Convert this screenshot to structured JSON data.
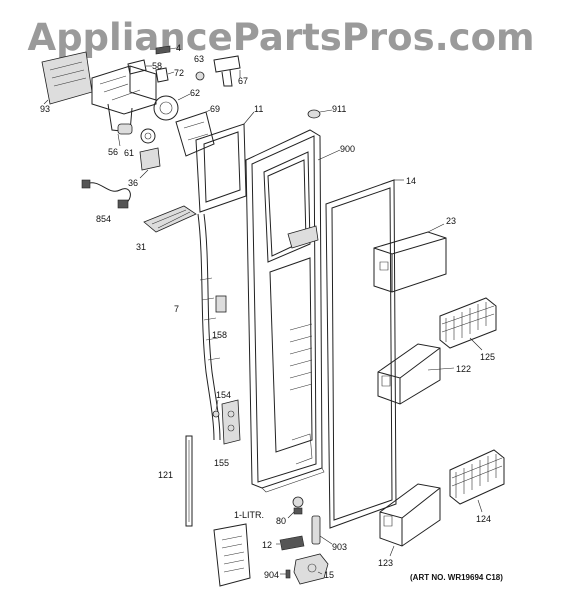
{
  "watermark": "AppliancePartsPros.com",
  "art_note": "(ART NO. WR19694 C18)",
  "callouts": {
    "c93": "93",
    "c4": "4",
    "c58": "58",
    "c72": "72",
    "c63": "63",
    "c67": "67",
    "c62": "62",
    "c69": "69",
    "c11": "11",
    "c911": "911",
    "c56": "56",
    "c61": "61",
    "c900": "900",
    "c36": "36",
    "c854": "854",
    "c14": "14",
    "c23": "23",
    "c31": "31",
    "c7": "7",
    "c158": "158",
    "c125": "125",
    "c122": "122",
    "c154": "154",
    "c155": "155",
    "c121": "121",
    "c124": "124",
    "c1litr": "1-LITR.",
    "c80": "80",
    "c12": "12",
    "c903": "903",
    "c123": "123",
    "c904": "904",
    "c15": "15"
  },
  "colors": {
    "watermark": "#9a9a9a",
    "ink": "#222222"
  }
}
